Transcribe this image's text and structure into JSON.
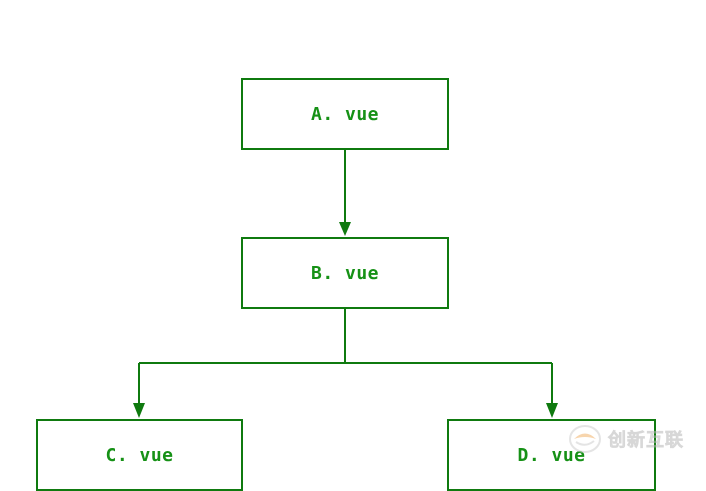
{
  "diagram": {
    "colors": {
      "stroke": "#0f7a0f",
      "text": "#169116"
    },
    "nodes": {
      "a": "A. vue",
      "b": "B. vue",
      "c": "C. vue",
      "d": "D. vue"
    },
    "edges": [
      {
        "from": "A. vue",
        "to": "B. vue"
      },
      {
        "from": "B. vue",
        "to": "C. vue"
      },
      {
        "from": "B. vue",
        "to": "D. vue"
      }
    ]
  },
  "watermark": {
    "text": "创新互联"
  }
}
